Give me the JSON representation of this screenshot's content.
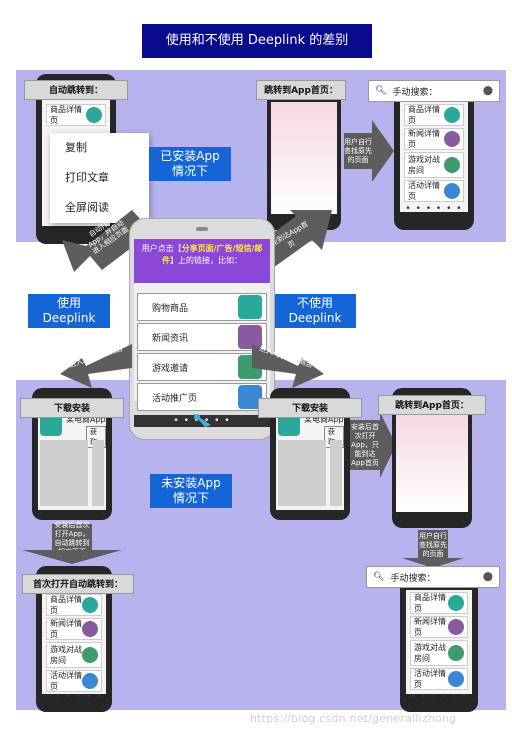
{
  "title": "使用和不使用 Deeplink 的差别",
  "installed_label": [
    "已安装App",
    "情况下"
  ],
  "not_installed_label": [
    "未安装App",
    "情况下"
  ],
  "use_deeplink": [
    "使用",
    "Deeplink"
  ],
  "no_deeplink": [
    "不使用",
    "Deeplink"
  ],
  "context_menu": [
    "复制",
    "打印文章",
    "全屏阅读"
  ],
  "phones": {
    "auto_jump_label": "自动跳转到：",
    "home_label_top": "跳转到App首页：",
    "home_label_bottom": "跳转到App首页：",
    "download_left": "下载安装",
    "download_right": "下载安装",
    "first_open_label": "首次打开自动跳转到：",
    "search_placeholder": "手动搜索：",
    "app_name": "某电商App",
    "get_button": "获取",
    "dots": "• • • • • •"
  },
  "list_items": [
    "商品详情页",
    "新闻详情页",
    "游戏对战房间",
    "活动详情页"
  ],
  "center": {
    "header_prefix": "用户点击【",
    "header_highlight": "分享页面/广告/短信/邮件",
    "header_suffix": "】上的链接，比如：",
    "items": [
      "购物商品",
      "新闻资讯",
      "游戏邀请",
      "活动推广页"
    ],
    "dots": "• • • • • •"
  },
  "arrows": {
    "top_left": "自动打开App，并自动进入相应页面",
    "top_right": "只能到达App首页",
    "mid_left": "进入App应用商店",
    "mid_right": "进入App应用商店",
    "user_search_top": "用户自行查找原先的页面",
    "bottom_left": "安装后首次打开App，自动跳转到相应页面",
    "bottom_right_install": "安装后首次打开App，只能到达App首页",
    "bottom_right_search": "用户自行查找原先的页面"
  },
  "watermark": "https://blog.csdn.net/generallizhong"
}
